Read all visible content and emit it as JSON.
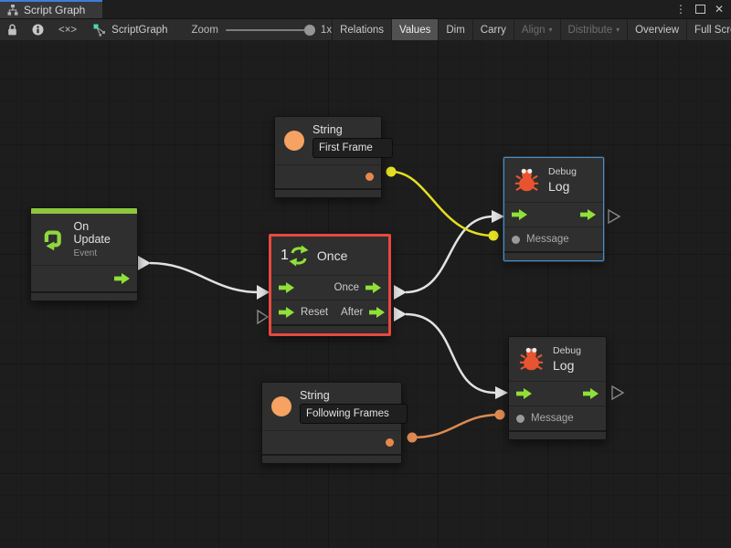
{
  "window": {
    "tab": {
      "title": "Script Graph"
    },
    "controls": {
      "menu": "⋮",
      "close": "✕"
    }
  },
  "toolbar": {
    "graph_name": "ScriptGraph",
    "zoom_label": "Zoom",
    "zoom_value": "1x",
    "code_glyph": "<×>",
    "caret_glyph": "▾",
    "buttons": [
      {
        "label": "Relations",
        "state": "normal"
      },
      {
        "label": "Values",
        "state": "active"
      },
      {
        "label": "Dim",
        "state": "normal"
      },
      {
        "label": "Carry",
        "state": "normal"
      },
      {
        "label": "Align",
        "state": "disabled",
        "dropdown": true
      },
      {
        "label": "Distribute",
        "state": "disabled",
        "dropdown": true
      },
      {
        "label": "Overview",
        "state": "normal"
      },
      {
        "label": "Full Screen",
        "state": "normal"
      }
    ]
  },
  "nodes": {
    "string_first": {
      "type": "String",
      "value": "First Frame"
    },
    "string_following": {
      "type": "String",
      "value": "Following Frames"
    },
    "on_update": {
      "title": "On Update",
      "subtitle": "Event"
    },
    "once": {
      "icon_number": "1",
      "title": "Once",
      "ports": {
        "once": "Once",
        "reset": "Reset",
        "after": "After"
      }
    },
    "debug_top": {
      "title_small": "Debug",
      "title": "Log",
      "message_label": "Message"
    },
    "debug_bottom": {
      "title_small": "Debug",
      "title": "Log",
      "message_label": "Message"
    }
  },
  "colors": {
    "flow_green": "#8fe038",
    "event_strip_green": "#8dc63f",
    "string_orange": "#f5a262",
    "port_orange": "#e8884c",
    "wire_white": "#e2e2e2",
    "wire_yellow": "#e3df21",
    "wire_orange": "#dd8a52",
    "selection_red": "#e8493e",
    "focus_blue": "#4a8bc2",
    "bug_red": "#e8542f",
    "tab_accent_blue": "#3d7edb"
  }
}
